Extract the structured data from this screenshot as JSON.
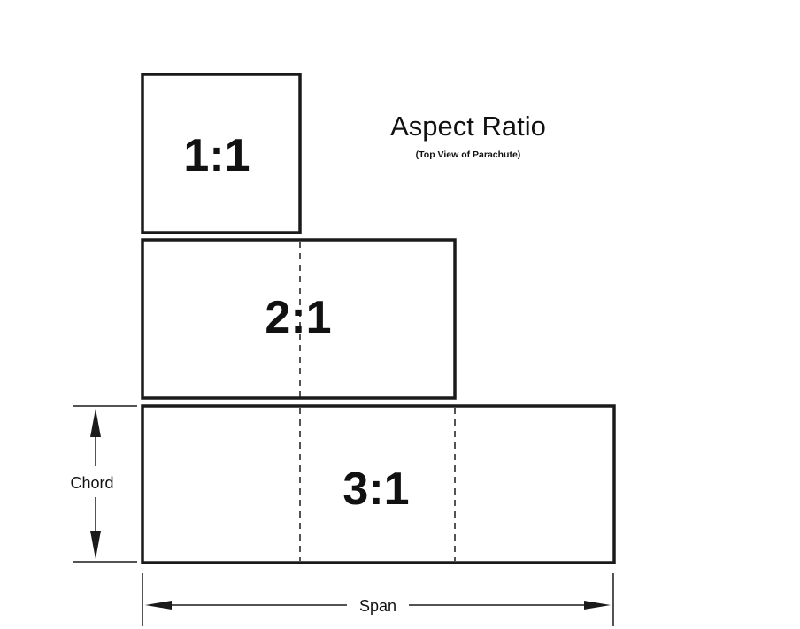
{
  "title": "Aspect Ratio",
  "subtitle": "(Top View of Parachute)",
  "ratios": [
    {
      "label": "1:1",
      "span_units": 1
    },
    {
      "label": "2:1",
      "span_units": 2
    },
    {
      "label": "3:1",
      "span_units": 3
    }
  ],
  "dimensions": {
    "chord_label": "Chord",
    "span_label": "Span"
  }
}
